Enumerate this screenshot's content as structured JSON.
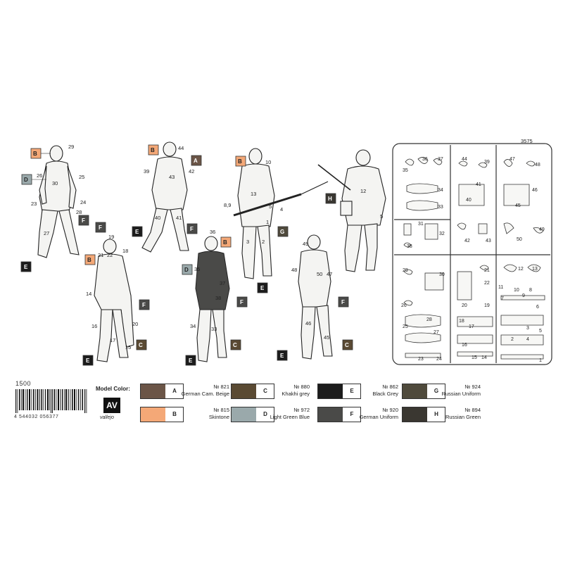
{
  "kit": {
    "number": "1500",
    "barcode_digits": "4 544032 056377"
  },
  "legend": {
    "title": "Model Color:",
    "brand_logo": "AV",
    "brand": "vallejo"
  },
  "paints": [
    {
      "letter": "A",
      "number": "№ 821",
      "name": "German Cam. Beige",
      "color": "#6b5547"
    },
    {
      "letter": "B",
      "number": "№ 815",
      "name": "Skintone",
      "color": "#f4a877"
    },
    {
      "letter": "C",
      "number": "№ 880",
      "name": "Khakhi grey",
      "color": "#5a4a33"
    },
    {
      "letter": "D",
      "number": "№ 972",
      "name": "Light Green Blue",
      "color": "#9aa9ab"
    },
    {
      "letter": "E",
      "number": "№ 862",
      "name": "Black Grey",
      "color": "#1c1c1c"
    },
    {
      "letter": "F",
      "number": "№ 920",
      "name": "German Uniform",
      "color": "#4a4a48"
    },
    {
      "letter": "G",
      "number": "№ 924",
      "name": "Russian Uniform",
      "color": "#4f4a3c"
    },
    {
      "letter": "H",
      "number": "№ 894",
      "name": "Russian Green",
      "color": "#3a3731"
    }
  ],
  "sprue_code": "3575"
}
